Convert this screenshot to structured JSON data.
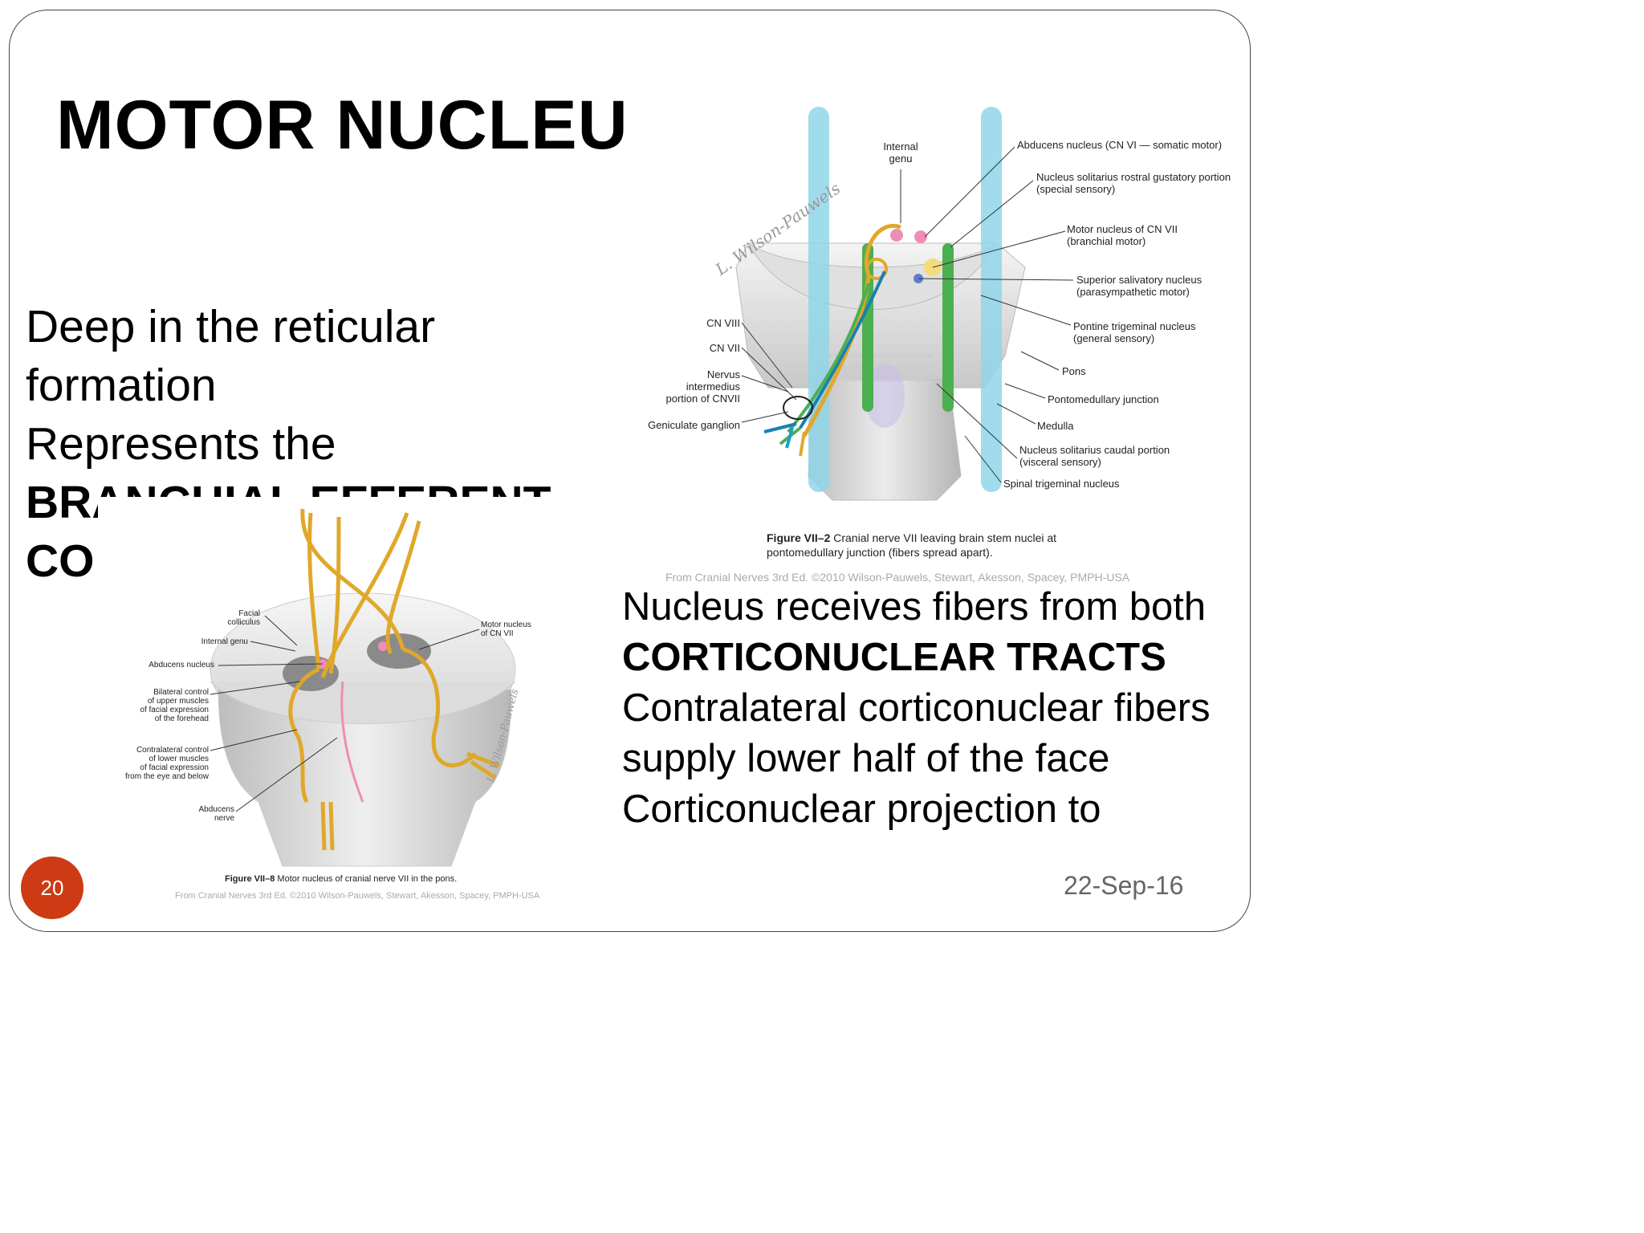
{
  "slide": {
    "title": "MOTOR NUCLEU",
    "left_text": {
      "line1": "Deep in the reticular formation",
      "line2": "Represents the",
      "line3": "BRANCHIAL EFFERENT",
      "line4": "CO"
    },
    "right_text": {
      "p1_a": "Nucleus receives fibers from both ",
      "p1_b": "CORTICONUCLEAR TRACTS",
      "p2": "Contralateral corticonuclear fibers supply lower half of the face",
      "p3": "Corticonuclear projection to"
    },
    "page_number": "20",
    "date": "22-Sep-16"
  },
  "figure_top": {
    "labels": {
      "internal_genu": "Internal genu",
      "abducens": "Abducens nucleus (CN VI — somatic motor)",
      "solitarius_rostral_1": "Nucleus solitarius rostral gustatory portion",
      "solitarius_rostral_2": "(special sensory)",
      "motor_nucleus_1": "Motor nucleus of CN VII",
      "motor_nucleus_2": "(branchial motor)",
      "superior_salivatory_1": "Superior salivatory nucleus",
      "superior_salivatory_2": "(parasympathetic motor)",
      "pontine_trigeminal_1": "Pontine trigeminal nucleus",
      "pontine_trigeminal_2": "(general sensory)",
      "pons": "Pons",
      "pontomedullary": "Pontomedullary junction",
      "medulla": "Medulla",
      "solitarius_caudal_1": "Nucleus solitarius caudal portion",
      "solitarius_caudal_2": "(visceral sensory)",
      "spinal_trigeminal": "Spinal trigeminal nucleus",
      "cn8": "CN VIII",
      "cn7": "CN VII",
      "nervus_1": "Nervus",
      "nervus_2": "intermedius",
      "nervus_3": "portion of CNVII",
      "geniculate": "Geniculate ganglion"
    },
    "caption_bold": "Figure VII–2",
    "caption_text": " Cranial nerve VII leaving brain stem nuclei at pontomedullary junction (fibers spread apart).",
    "source": "From Cranial Nerves 3rd Ed. ©2010 Wilson-Pauwels, Stewart, Akesson, Spacey, PMPH-USA",
    "signature": "L. Wilson-Pauwels"
  },
  "figure_bottom": {
    "labels": {
      "facial_colliculus_1": "Facial",
      "facial_colliculus_2": "colliculus",
      "internal_genu": "Internal genu",
      "abducens": "Abducens nucleus",
      "bilateral_1": "Bilateral control",
      "bilateral_2": "of upper muscles",
      "bilateral_3": "of facial expression",
      "bilateral_4": "of the forehead",
      "contralateral_1": "Contralateral control",
      "contralateral_2": "of lower muscles",
      "contralateral_3": "of facial expression",
      "contralateral_4": "from the eye and below",
      "abducens_nerve_1": "Abducens",
      "abducens_nerve_2": "nerve",
      "motor_nucleus_1": "Motor nucleus",
      "motor_nucleus_2": "of CN VII"
    },
    "caption_bold": "Figure VII–8",
    "caption_text": " Motor nucleus of cranial nerve VII in the pons.",
    "source": "From Cranial Nerves 3rd Ed. ©2010 Wilson-Pauwels, Stewart, Akesson, Spacey, PMPH-USA",
    "signature": "L. Wilson-Pauwels"
  },
  "colors": {
    "page_badge": "#cc3b14",
    "nerve_yellow": "#e0a82a",
    "tract_blue": "#8fd6e8",
    "nucleus_green": "#4caf50",
    "nucleus_pink": "#f08cb8"
  }
}
